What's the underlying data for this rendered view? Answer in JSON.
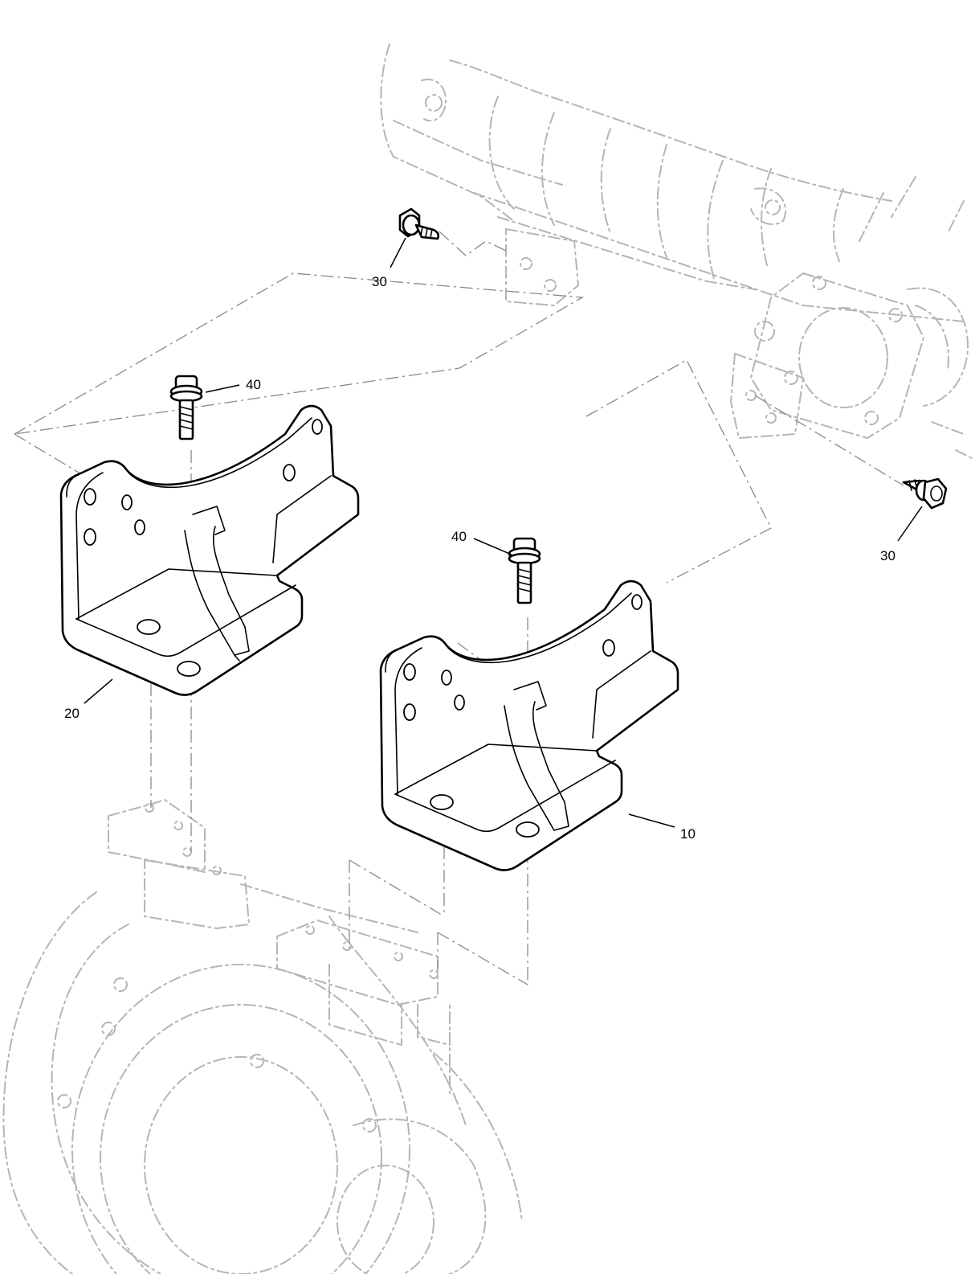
{
  "callouts": [
    {
      "id": "c30a",
      "label": "30"
    },
    {
      "id": "c30b",
      "label": "30"
    },
    {
      "id": "c40a",
      "label": "40"
    },
    {
      "id": "c40b",
      "label": "40"
    },
    {
      "id": "c20",
      "label": "20"
    },
    {
      "id": "c10",
      "label": "10"
    }
  ],
  "parts": [
    {
      "ref": "10",
      "name": "bracket-right"
    },
    {
      "ref": "20",
      "name": "bracket-left"
    },
    {
      "ref": "30",
      "name": "flange-bolt"
    },
    {
      "ref": "40",
      "name": "washer-bolt"
    }
  ]
}
